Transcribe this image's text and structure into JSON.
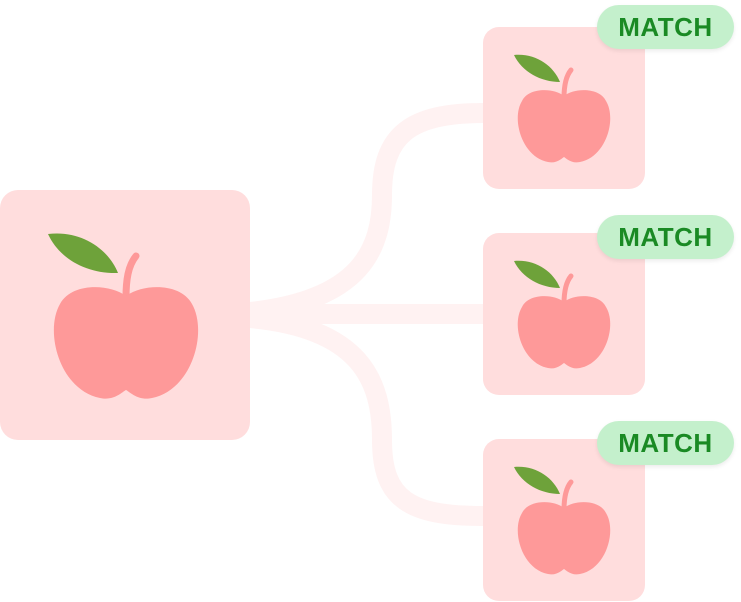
{
  "colors": {
    "card_background": "#ffdddd",
    "apple_body": "#fe9999",
    "apple_leaf": "#6ea23a",
    "connector": "#fff2f2",
    "badge_background": "#c4f0cc",
    "badge_text": "#1a8a24"
  },
  "source": {
    "icon": "apple-icon"
  },
  "matches": [
    {
      "badge": "MATCH",
      "icon": "apple-icon"
    },
    {
      "badge": "MATCH",
      "icon": "apple-icon"
    },
    {
      "badge": "MATCH",
      "icon": "apple-icon"
    }
  ]
}
